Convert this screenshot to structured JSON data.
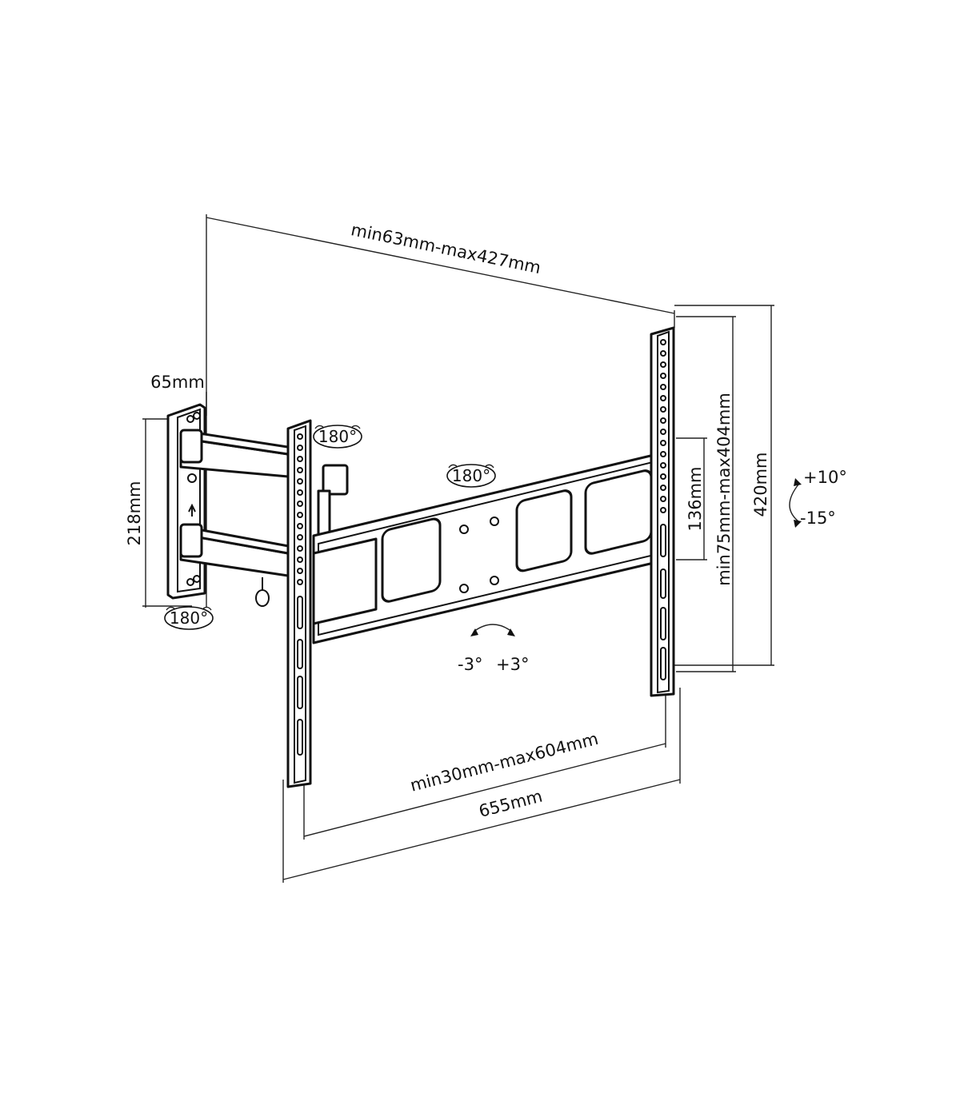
{
  "dimensions": {
    "top_depth": "min63mm-max427mm",
    "wall_plate_depth": "65mm",
    "wall_plate_height": "218mm",
    "hole_spacing_horizontal": "min30mm-max604mm",
    "overall_width": "655mm",
    "hole_spacing_vertical": "min75mm-max404mm",
    "center_height": "136mm",
    "bracket_height": "420mm"
  },
  "rotations": {
    "arm_swivel": "180°",
    "bracket_swivel": "180°",
    "wall_swivel": "180°"
  },
  "tilt": {
    "up": "+10°",
    "down": "-15°"
  },
  "level": {
    "left": "-3°",
    "right": "+3°"
  }
}
